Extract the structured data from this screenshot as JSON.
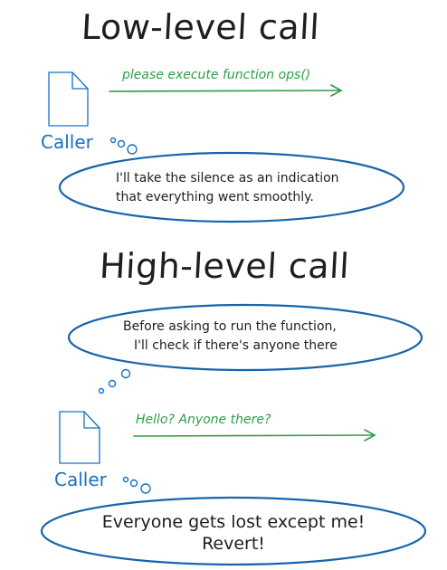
{
  "sections": {
    "low_level": {
      "title": "Low-level call",
      "arrow_label": "please execute function ops()",
      "caller_label": "Caller",
      "bubble_lines": [
        "I'll take the silence as an indication",
        "that everything went smoothly."
      ]
    },
    "high_level": {
      "title": "High-level call",
      "thought_lines": [
        "Before asking to run the function,",
        "I'll check if there's anyone there"
      ],
      "arrow_label": "Hello? Anyone there?",
      "caller_label": "Caller",
      "bubble_lines": [
        "Everyone gets lost except me!",
        "Revert!"
      ]
    }
  },
  "colors": {
    "ink": "#1e1e1e",
    "arrow": "#2f9e44",
    "blue": "#1971c2"
  },
  "icons": {
    "caller_document": "document-icon"
  }
}
